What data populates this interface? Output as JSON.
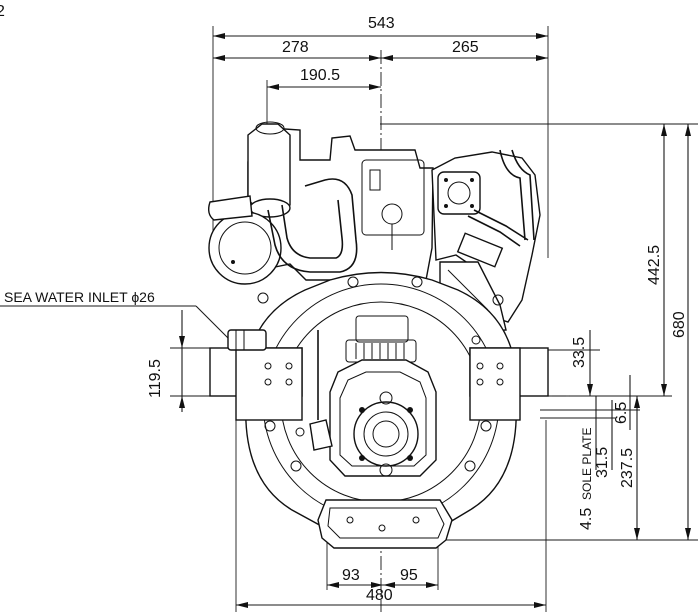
{
  "figure_number": "2",
  "dimensions": {
    "overall_width": "543",
    "left_half": "278",
    "right_half": "265",
    "offset_center": "190.5",
    "total_height": "680",
    "upper_height": "442.5",
    "lower_height": "237.5",
    "mount_height": "119.5",
    "mount_upper": "33.5",
    "mount_offset": "6.5",
    "plate_gap": "31.5",
    "sole_plate": "4.5",
    "sole_plate_label": "SOLE PLATE",
    "bottom_left": "93",
    "bottom_right": "95",
    "bottom_width": "480"
  },
  "labels": {
    "sea_water_inlet": "SEA WATER INLET ϕ26"
  }
}
